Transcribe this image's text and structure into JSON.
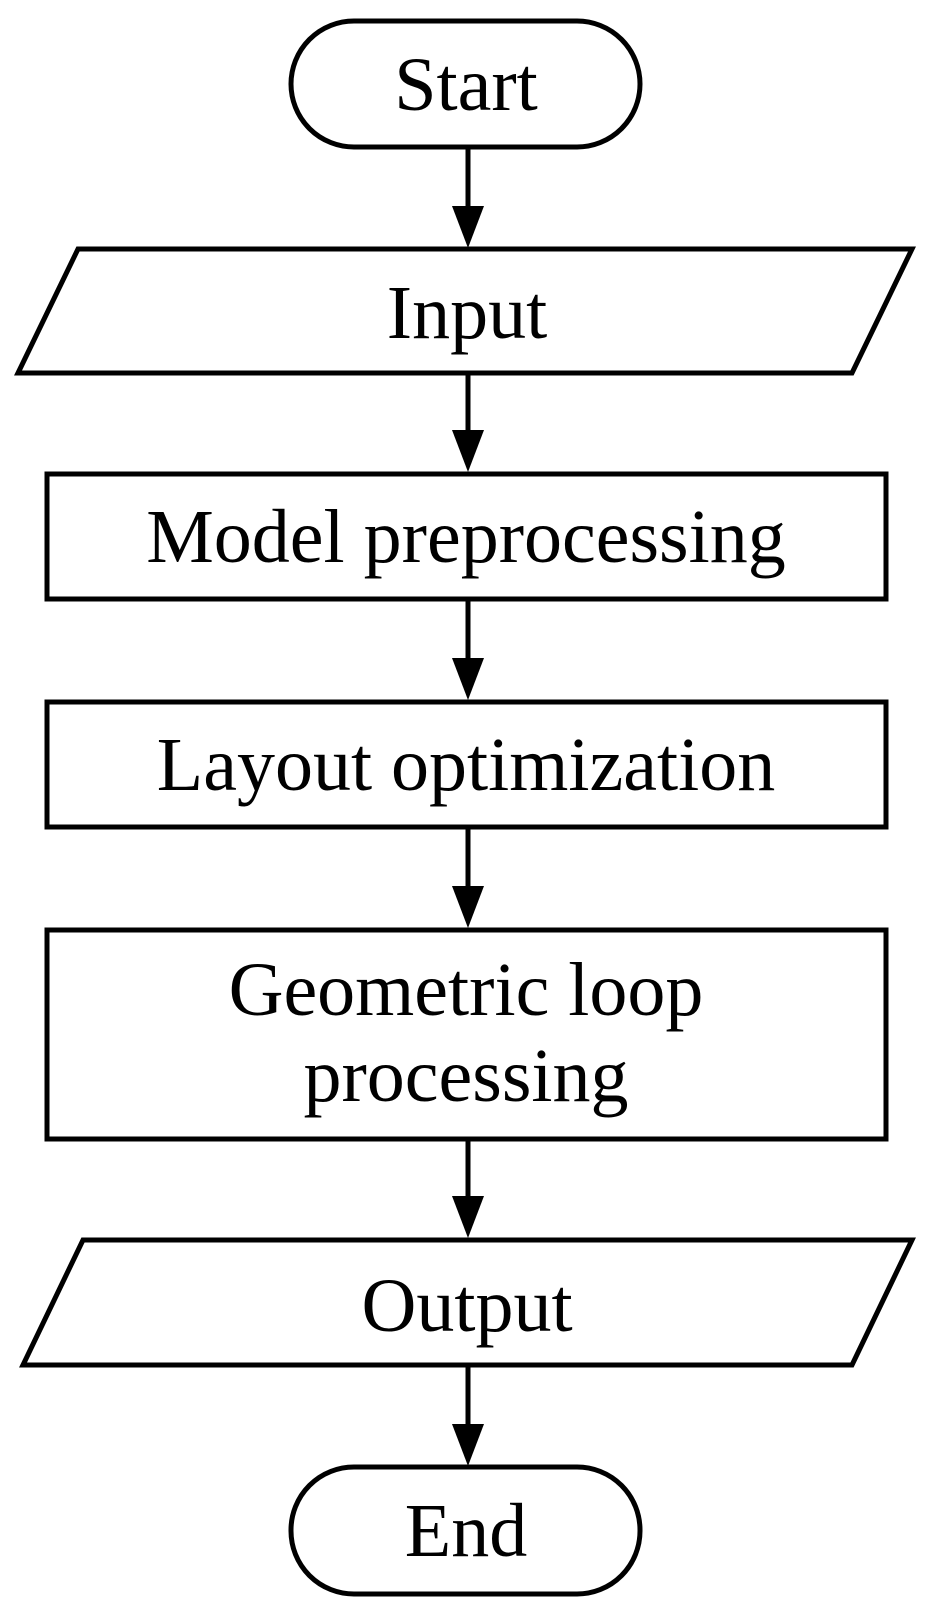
{
  "nodes": {
    "start": {
      "label": "Start",
      "shape": "terminal"
    },
    "input": {
      "label": "Input",
      "shape": "data"
    },
    "model_preprocessing": {
      "label": "Model preprocessing",
      "shape": "process"
    },
    "layout_optimization": {
      "label": "Layout optimization",
      "shape": "process"
    },
    "geometric_loop_processing": {
      "line1": "Geometric loop",
      "line2": "processing",
      "shape": "process"
    },
    "output": {
      "label": "Output",
      "shape": "data"
    },
    "end": {
      "label": "End",
      "shape": "terminal"
    }
  },
  "edges": [
    {
      "from": "start",
      "to": "input"
    },
    {
      "from": "input",
      "to": "model_preprocessing"
    },
    {
      "from": "model_preprocessing",
      "to": "layout_optimization"
    },
    {
      "from": "layout_optimization",
      "to": "geometric_loop_processing"
    },
    {
      "from": "geometric_loop_processing",
      "to": "output"
    },
    {
      "from": "output",
      "to": "end"
    }
  ],
  "colors": {
    "stroke": "#000000",
    "fill": "#ffffff",
    "text": "#000000"
  }
}
